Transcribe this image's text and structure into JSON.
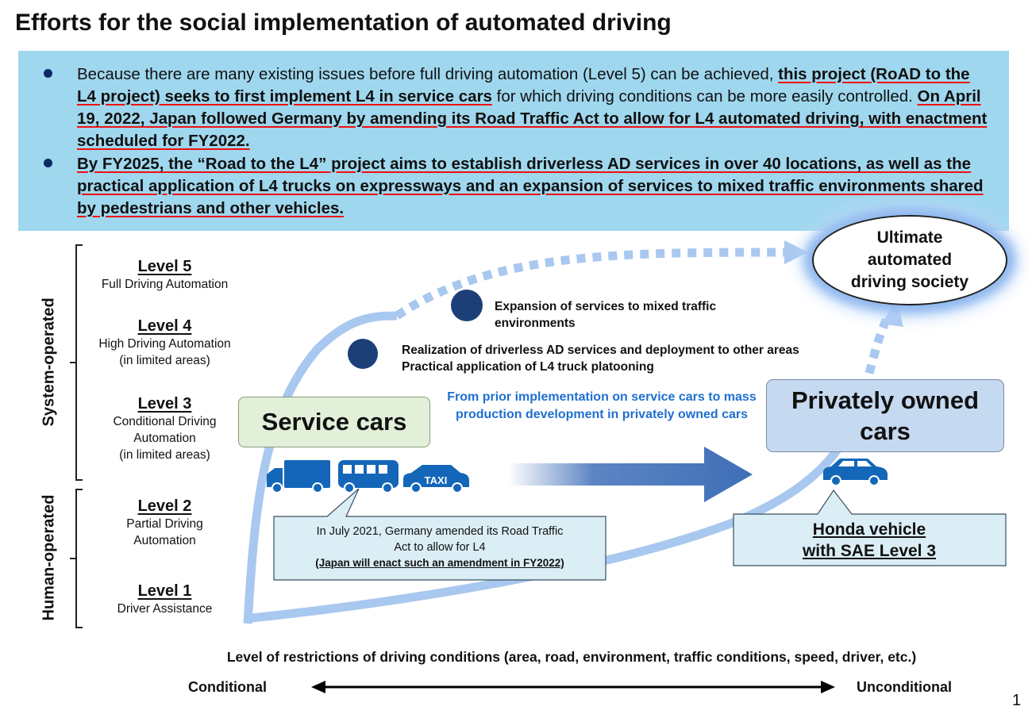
{
  "title": "Efforts for the social implementation of automated driving",
  "summary": {
    "b1_t1": "Because there are many existing issues before full driving automation (Level 5) can be achieved, ",
    "b1_h1": "this project (RoAD to the L4 project) seeks to first implement L4 in service cars",
    "b1_t2": " for which driving conditions can be more easily controlled. ",
    "b1_h2": "On April 19, 2022, Japan followed Germany by amending its Road Traffic Act to allow for L4 automated driving, with enactment scheduled for FY2022.",
    "b2_h1": "By FY2025, the “Road to the L4” project aims to establish driverless AD services in over 40 locations, as well as the practical application of L4 trucks on expressways and an expansion of services to mixed traffic environments shared by pedestrians and other vehicles."
  },
  "groups": {
    "system": "System-operated",
    "human": "Human-operated"
  },
  "levels": [
    {
      "title": "Level 5",
      "desc": "Full Driving Automation"
    },
    {
      "title": "Level 4",
      "desc": "High Driving Automation\n(in limited areas)"
    },
    {
      "title": "Level 3",
      "desc": "Conditional Driving\nAutomation\n(in limited areas)"
    },
    {
      "title": "Level 2",
      "desc": "Partial Driving\nAutomation"
    },
    {
      "title": "Level 1",
      "desc": "Driver Assistance"
    }
  ],
  "service_cars": "Service cars",
  "privately_owned": "Privately owned cars",
  "ultimate": "Ultimate automated driving society",
  "stages": {
    "s1_line1": "Realization of driverless AD services and deployment to other areas",
    "s1_line2": "Practical application of L4 truck platooning",
    "s2": "Expansion of services to mixed traffic environments"
  },
  "transition_note": "From prior implementation on service cars to mass production development in privately owned cars",
  "taxi_label": "TAXI",
  "germany_callout": {
    "text": "In July 2021, Germany amended its Road Traffic Act to allow for L4",
    "note": "(Japan will enact such an amendment in FY2022)"
  },
  "honda_callout": {
    "line1": "Honda vehicle",
    "line2": "with SAE Level 3"
  },
  "axis": {
    "title": "Level of restrictions of driving conditions (area, road, environment, traffic conditions, speed, driver, etc.)",
    "left": "Conditional",
    "right": "Unconditional"
  },
  "page_number": "1",
  "colors": {
    "banner": "#9fd7ee",
    "curve": "#a9c8ef",
    "arrow": "#3f6fb8",
    "milestone": "#1c3f78",
    "vehicle": "#1466b8",
    "highlight_underline": "#e11111",
    "service_box": "#e2efd9",
    "private_box": "#c5d9f1",
    "callout": "#dbeef6",
    "transition_text": "#1f6fd0"
  }
}
